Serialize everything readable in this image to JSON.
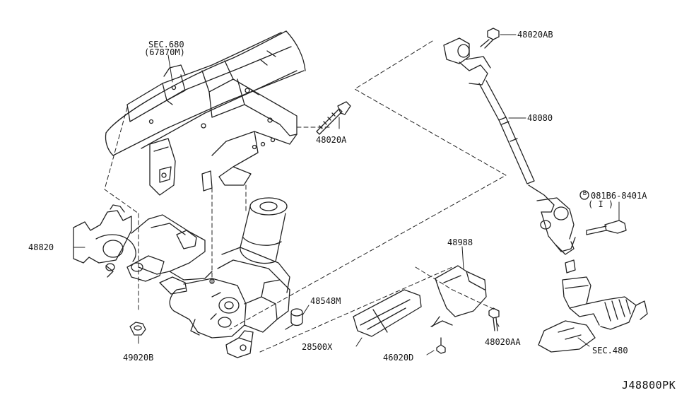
{
  "callouts": {
    "sec680": "SEC.680",
    "sec680_sub": "(67870M)",
    "p48020AB": "48020AB",
    "p48080": "48080",
    "p48020A": "48020A",
    "bolt_code": "081B6-8401A",
    "bolt_code_qty": "( I )",
    "bolt_circle_letter": "B",
    "p48820": "48820",
    "p48988": "48988",
    "p48548M": "48548M",
    "p28500X": "28500X",
    "p48020AA": "48020AA",
    "p49020B": "49020B",
    "p46020D": "46020D",
    "sec480": "SEC.480"
  },
  "reference": "J48800PK"
}
